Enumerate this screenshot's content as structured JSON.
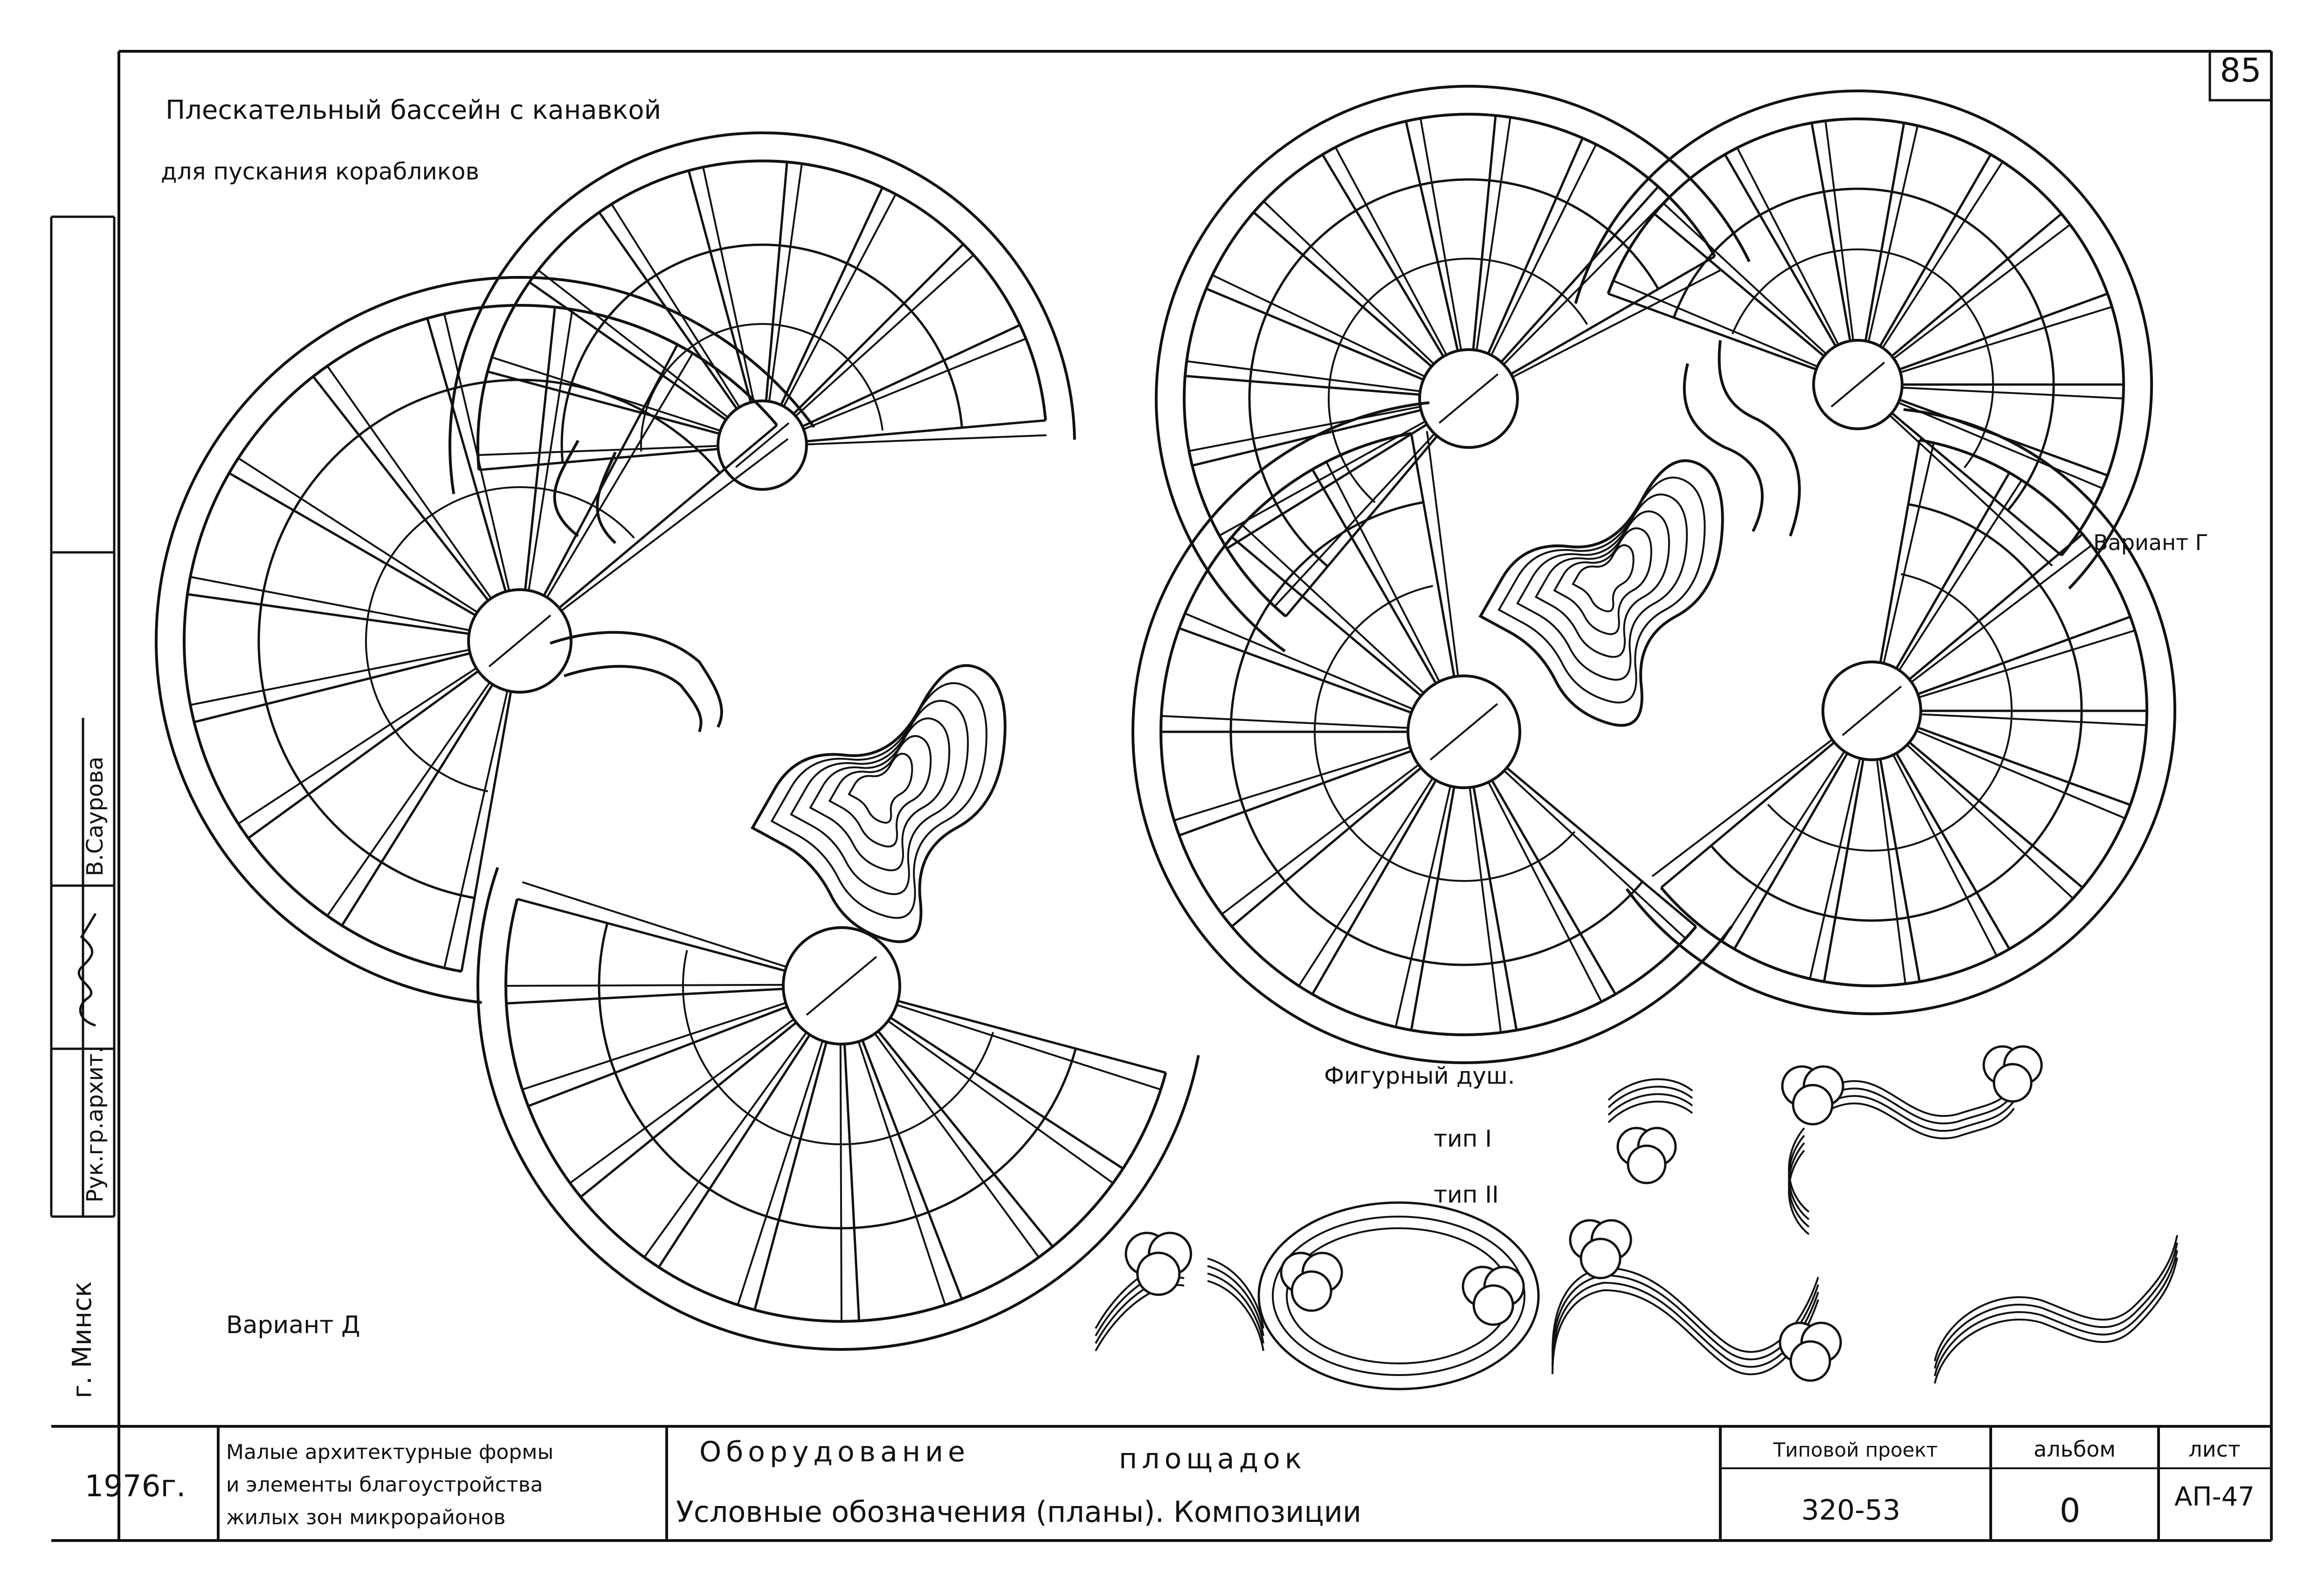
{
  "sheet": {
    "page_number": "85",
    "title_line1": "Плескательный бассейн с канавкой",
    "title_line2": "для пускания корабликов"
  },
  "variants": {
    "left_label": "Вариант Д",
    "right_label": "Вариант Г"
  },
  "shower": {
    "title": "Фигурный душ.",
    "type1": "тип I",
    "type2": "тип II"
  },
  "side_stamp": {
    "city": "г. Минск",
    "role": "Рук.гр.архит.",
    "name": "В.Саурова"
  },
  "title_block": {
    "year": "1976г.",
    "series_line1": "Малые архитектурные формы",
    "series_line2": "и элементы благоустройства",
    "series_line3": "жилых зон микрорайонов",
    "subject_line1_a": "Оборудование",
    "subject_line1_b": "площадок",
    "subject_line2": "Условные обозначения (планы). Композиции",
    "project_header": "Типовой проект",
    "project_value": "320-53",
    "album_header": "альбом",
    "album_value": "0",
    "sheet_header": "лист",
    "sheet_value": "АП-47"
  },
  "colors": {
    "ink": "#111111",
    "paper": "#ffffff"
  }
}
